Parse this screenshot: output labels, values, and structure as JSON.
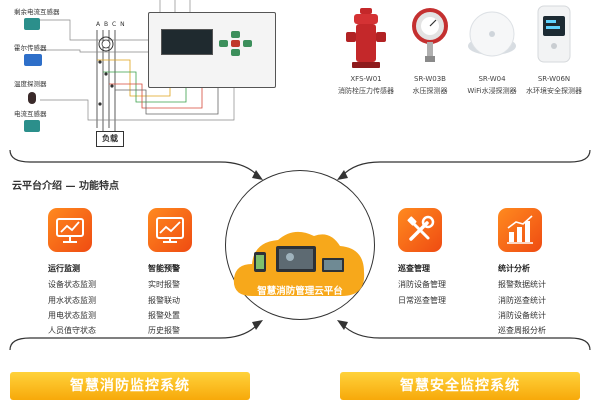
{
  "wiring": {
    "sensors": [
      {
        "label": "剩余电流互感器",
        "icon": "current-transformer-icon"
      },
      {
        "label": "霍尔传感器",
        "icon": "hall-sensor-icon"
      },
      {
        "label": "温度探测器",
        "icon": "temperature-probe-icon"
      },
      {
        "label": "电流互感器",
        "icon": "current-transformer-icon"
      }
    ],
    "phases": "A B C N",
    "load": "负载"
  },
  "products": [
    {
      "model": "XFS-W01",
      "name": "消防栓压力传感器",
      "icon": "fire-hydrant-icon"
    },
    {
      "model": "SR-W03B",
      "name": "水压探测器",
      "icon": "pressure-gauge-icon"
    },
    {
      "model": "SR-W04",
      "name": "WiFi水浸探测器",
      "icon": "water-leak-sensor-icon"
    },
    {
      "model": "SR-W06N",
      "name": "水环境安全探测器",
      "icon": "water-env-detector-icon"
    }
  ],
  "features": {
    "title": "云平台介绍 — 功能特点",
    "groups": [
      {
        "title": "运行监测",
        "icon": "monitor-icon",
        "items": [
          "设备状态监测",
          "用水状态监测",
          "用电状态监测",
          "人员值守状态"
        ]
      },
      {
        "title": "智能预警",
        "icon": "alert-chart-icon",
        "items": [
          "实时报警",
          "报警联动",
          "报警处置",
          "历史报警"
        ]
      },
      {
        "title": "巡查管理",
        "icon": "tools-icon",
        "items": [
          "消防设备管理",
          "日常巡查管理"
        ]
      },
      {
        "title": "统计分析",
        "icon": "bar-chart-icon",
        "items": [
          "报警数据统计",
          "消防巡查统计",
          "消防设备统计",
          "巡查周报分析"
        ]
      }
    ],
    "cloud_label": "智慧消防管理云平台"
  },
  "banners": [
    "智慧消防监控系统",
    "智慧安全监控系统"
  ],
  "colors": {
    "accent": "#f26a1b",
    "banner": "#f9b715",
    "device_green": "#3c8f5b"
  }
}
